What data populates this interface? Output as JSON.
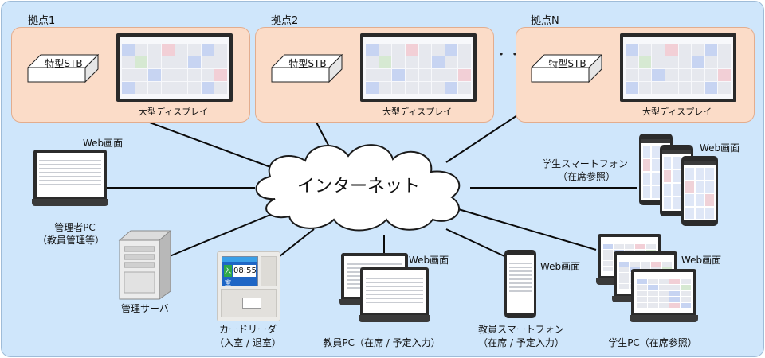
{
  "sites": [
    {
      "label": "拠点1",
      "stb": "特型STB",
      "display": "大型ディスプレイ"
    },
    {
      "label": "拠点2",
      "stb": "特型STB",
      "display": "大型ディスプレイ"
    },
    {
      "label": "拠点N",
      "stb": "特型STB",
      "display": "大型ディスプレイ"
    }
  ],
  "ellipsis": "・・・・",
  "internet": "インターネット",
  "web_screen": "Web画面",
  "clock_reading": "08:55",
  "clock_status": "入室",
  "nodes": {
    "admin_pc": {
      "line1": "管理者PC",
      "line2": "（教員管理等）"
    },
    "server": {
      "line1": "管理サーバ"
    },
    "card_reader": {
      "line1": "カードリーダ",
      "line2": "（入室 / 退室）"
    },
    "teacher_pc": {
      "line1": "教員PC（在席 / 予定入力）"
    },
    "teacher_phone": {
      "line1": "教員スマートフォン",
      "line2": "（在席 / 予定入力）"
    },
    "student_pc": {
      "line1": "学生PC（在席参照）"
    },
    "student_phone": {
      "line1": "学生スマートフォン",
      "line2": "（在席参照）"
    }
  }
}
